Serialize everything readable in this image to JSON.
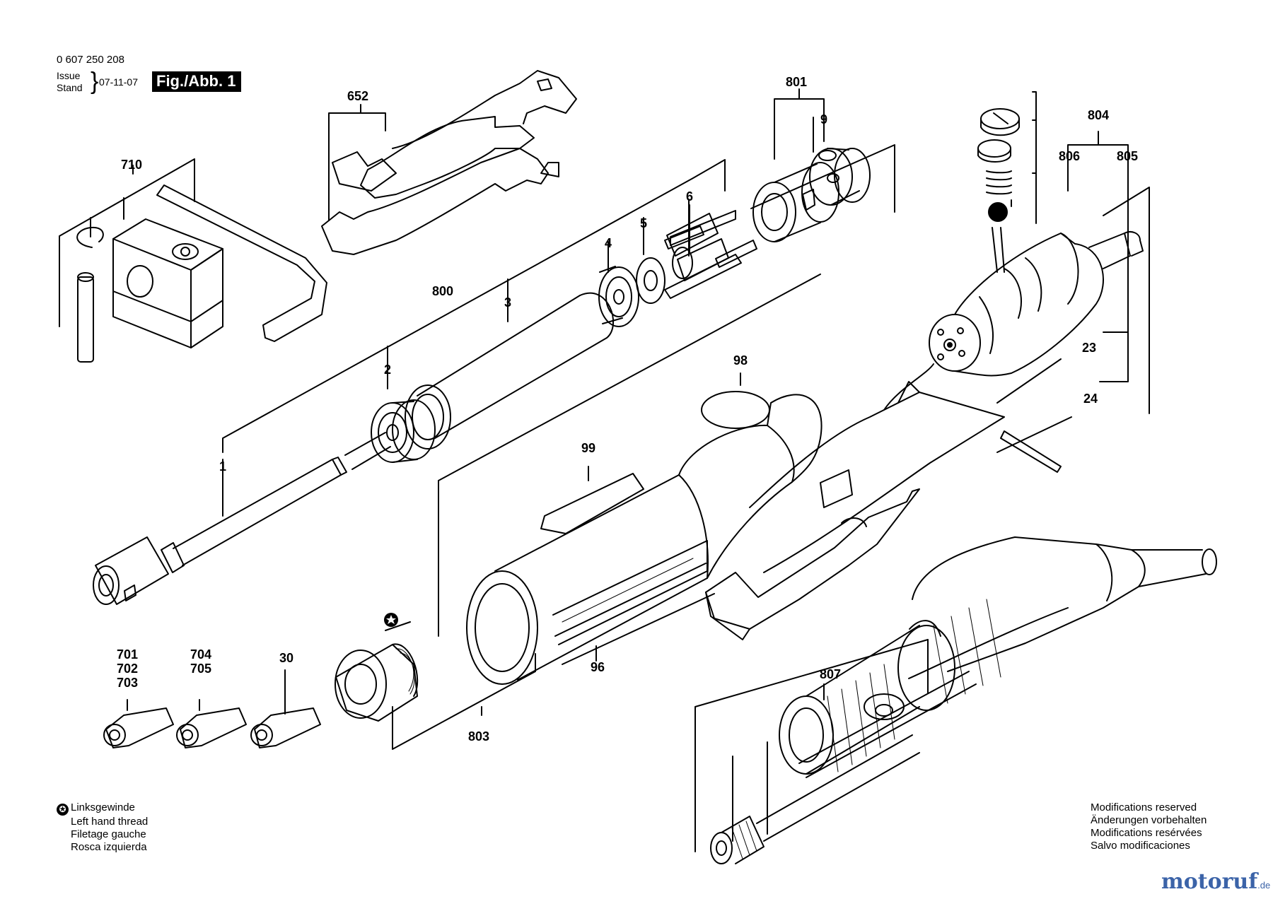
{
  "header": {
    "part_number": "0 607 250 208",
    "issue_label": "Issue",
    "stand_label": "Stand",
    "date": "07-11-07",
    "fig_label": "Fig./Abb. 1"
  },
  "part_labels": [
    "652",
    "710",
    "801",
    "9",
    "6",
    "5",
    "4",
    "3",
    "800",
    "2",
    "1",
    "98",
    "99",
    "96",
    "803",
    "30",
    "701",
    "702",
    "703",
    "704",
    "705",
    "804",
    "806",
    "805",
    "23",
    "24",
    "807"
  ],
  "notes_left": {
    "star_symbol": "✪",
    "lines": [
      "Linksgewinde",
      "Left hand thread",
      "Filetage gauche",
      "Rosca izquierda"
    ]
  },
  "notes_right": {
    "lines": [
      "Modifications reserved",
      "Änderungen vorbehalten",
      "Modifications resérvées",
      "Salvo modificaciones"
    ]
  },
  "watermark": {
    "text": "motoruf",
    "suffix": ".de"
  }
}
